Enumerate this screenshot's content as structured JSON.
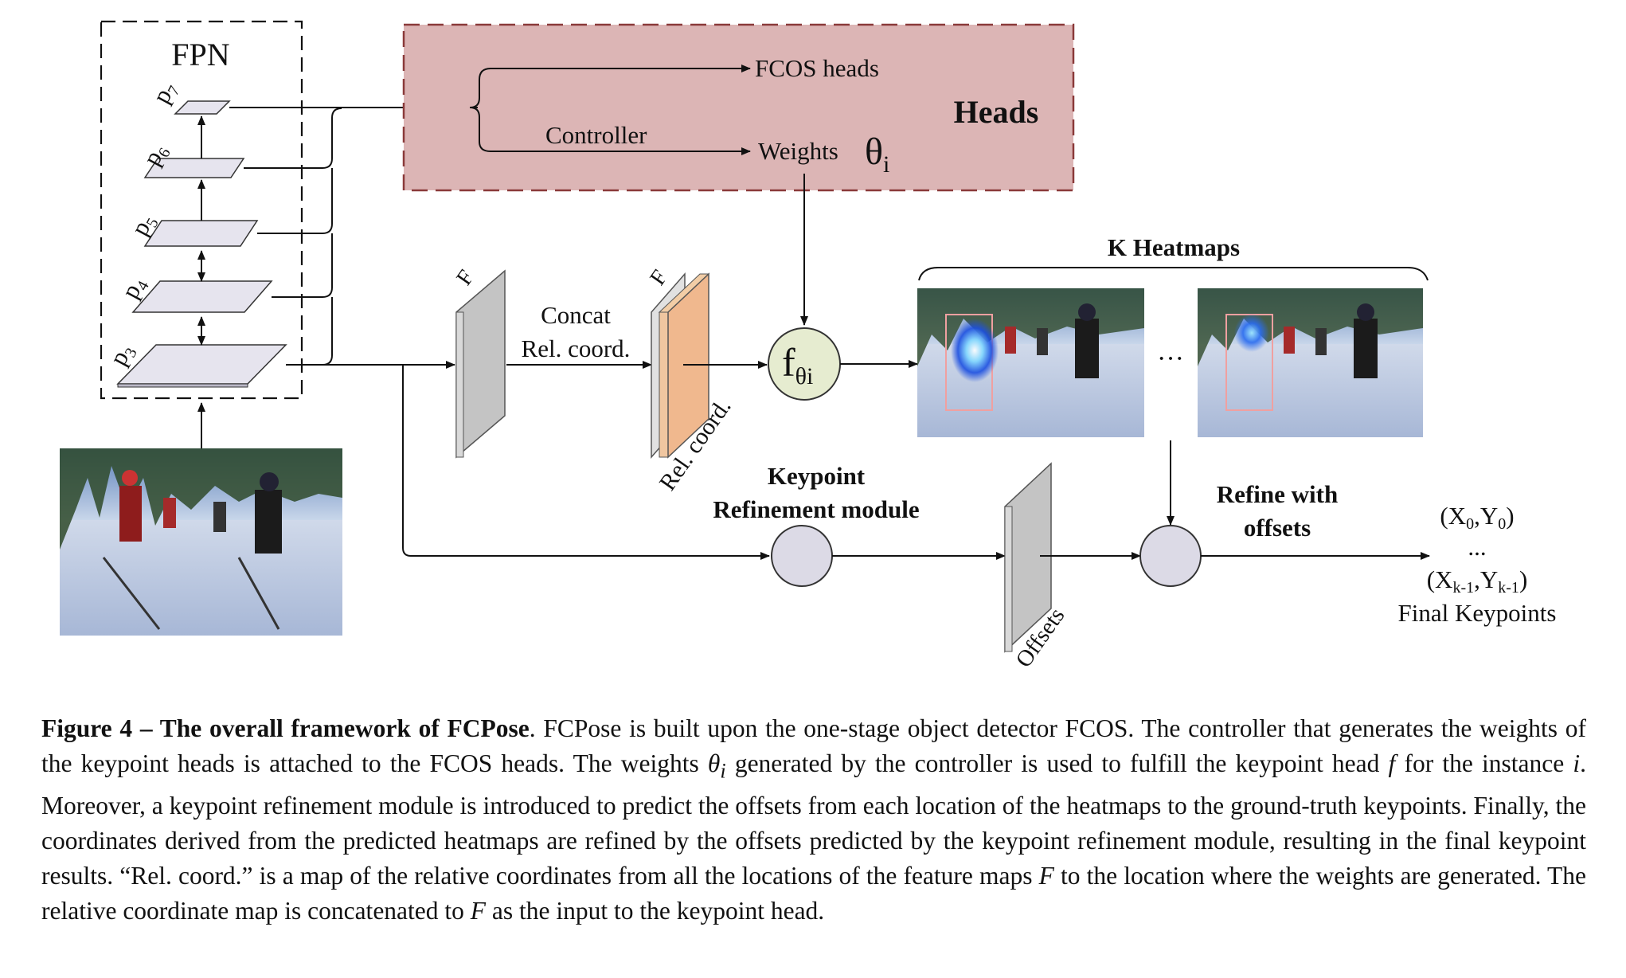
{
  "fpn": {
    "title": "FPN",
    "levels": [
      "P7",
      "P6",
      "P5",
      "P4",
      "P3"
    ]
  },
  "heads": {
    "title": "Heads",
    "fcos_label": "FCOS heads",
    "controller_label": "Controller",
    "weights_label": "Weights",
    "theta_label": "θ",
    "theta_sub": "i"
  },
  "feature_map_label": "F",
  "concat_label_1": "Concat",
  "concat_label_2": "Rel. coord.",
  "rel_coord_label": "Rel. coord.",
  "f_theta": {
    "f": "f",
    "sub": "θi"
  },
  "heatmaps": {
    "title": "K Heatmaps",
    "ellipsis": "···"
  },
  "keypoint_module": {
    "line1": "Keypoint",
    "line2": "Refinement module"
  },
  "offsets_label": "Offsets",
  "refine": {
    "line1": "Refine with",
    "line2": "offsets"
  },
  "final": {
    "dots": "...",
    "label": "Final Keypoints"
  },
  "caption": {
    "head": "Figure 4 – The overall framework of FCPose",
    "p1": ". FCPose is built upon the one-stage object detector FCOS. The controller that generates the weights of the keypoint heads is attached to the FCOS heads. The weights ",
    "theta": "θ",
    "p2": " generated by the controller is used to fulfill the keypoint head ",
    "f": "f",
    "p3": " for the instance ",
    "i": "i",
    "p4": ". Moreover, a keypoint refinement module is introduced to predict the offsets from each location of the heatmaps to the ground-truth keypoints. Finally, the coordinates derived from the predicted heatmaps are refined by the offsets predicted by the keypoint refinement module, resulting in the final keypoint results. “Rel. coord.” is a map of the relative coordinates from all the locations of the feature maps ",
    "F1": "F",
    "p5": " to the location where the weights are generated. The relative coordinate map is concatenated to ",
    "F2": "F",
    "p6": " as the input to the keypoint head."
  }
}
